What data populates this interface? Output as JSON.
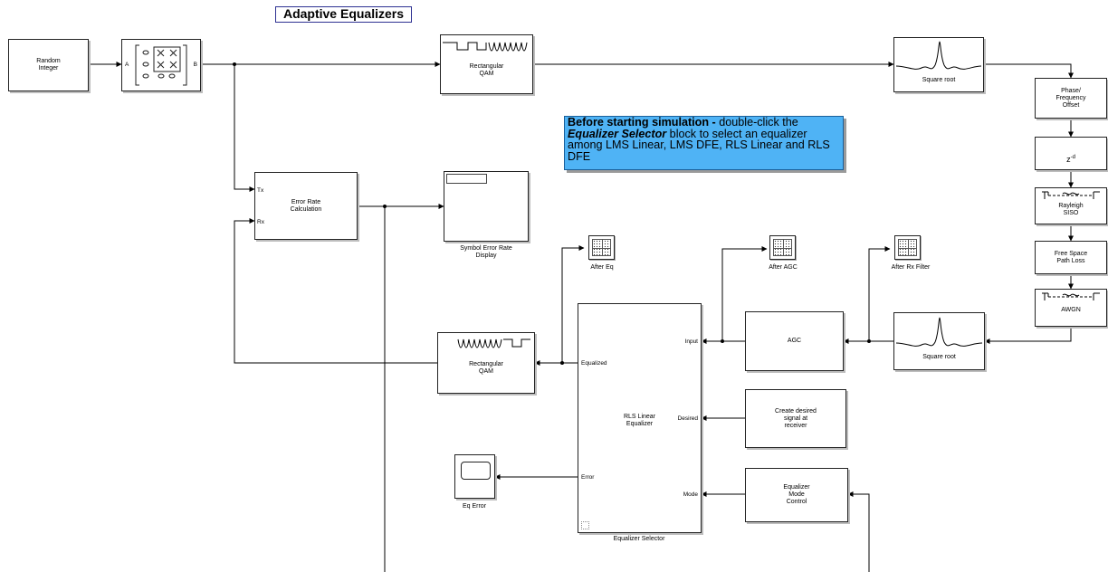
{
  "title": "Adaptive Equalizers",
  "note": {
    "bold": "Before starting simulation -",
    "text1": " double-click the ",
    "italic": "Equalizer Selector",
    "text2": " block to select an equalizer among LMS Linear, LMS DFE, RLS Linear and RLS DFE"
  },
  "blocks": {
    "random_integer": "Random\nInteger",
    "mapper_port_a": "A",
    "mapper_port_b": "B",
    "qam_mod": "Rectangular\nQAM",
    "sqrt_tx": "Square root",
    "phase_offset": "Phase/\nFrequency\nOffset",
    "delay_base": "z",
    "delay_exp": "-d",
    "rayleigh": "Rayleigh\nSISO",
    "path_loss": "Free Space\nPath Loss",
    "awgn": "AWGN",
    "error_rate": "Error Rate\nCalculation",
    "error_rate_tx": "Tx",
    "error_rate_rx": "Rx",
    "ser_display": "Symbol Error Rate\nDisplay",
    "after_eq": "After Eq",
    "after_agc": "After AGC",
    "after_rx_filter": "After Rx Filter",
    "qam_demod": "Rectangular\nQAM",
    "sqrt_rx": "Square root",
    "agc": "AGC",
    "desired_signal": "Create desired\nsignal at\nreceiver",
    "mode_control": "Equalizer\nMode\nControl",
    "eq_error": "Eq Error",
    "equalizer_name": "RLS Linear\nEqualizer",
    "equalizer_caption": "Equalizer Selector",
    "port_input": "Input",
    "port_desired": "Desired",
    "port_mode": "Mode",
    "port_equalized": "Equalized",
    "port_error": "Error"
  }
}
